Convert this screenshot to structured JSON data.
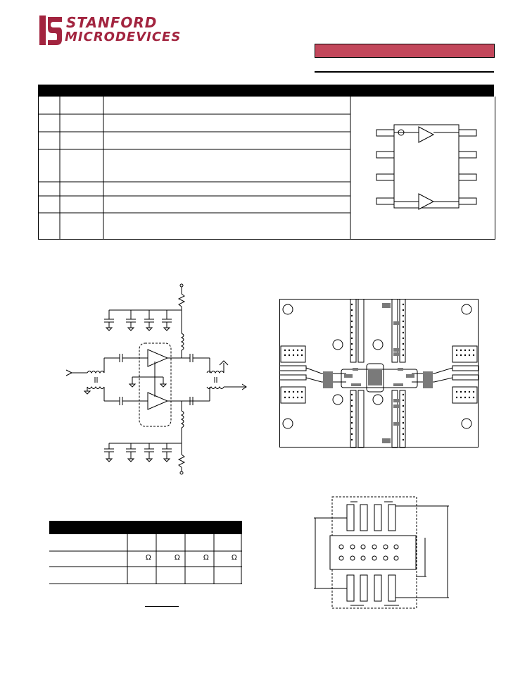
{
  "brand": {
    "logo_line1": "STANFORD",
    "logo_line2": "MICRODEVICES",
    "logo_color": "#a2243f"
  },
  "header": {
    "accent_bar_color": "#c2475b"
  },
  "pin_table": {
    "rows": 7
  },
  "lower_table": {
    "symbols": [
      "Ω",
      "Ω",
      "Ω",
      "Ω"
    ]
  }
}
